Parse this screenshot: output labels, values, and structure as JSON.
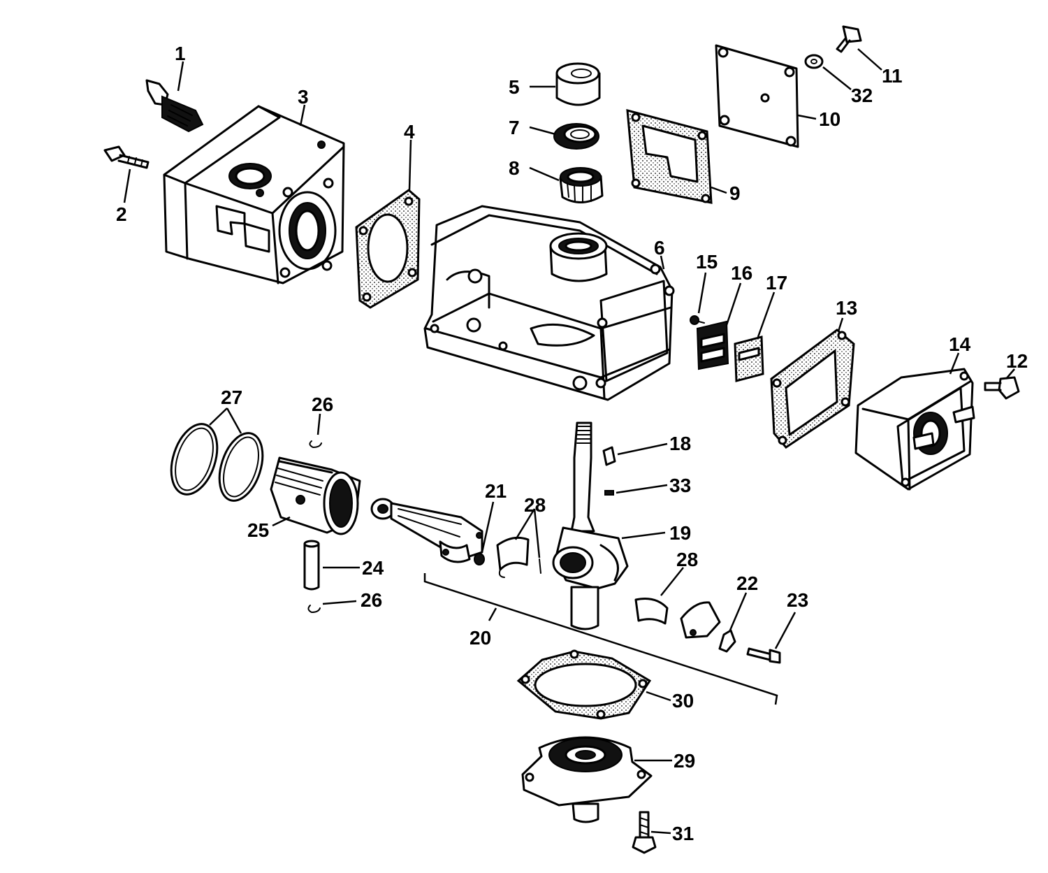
{
  "diagram": {
    "callouts": [
      "1",
      "2",
      "3",
      "4",
      "5",
      "6",
      "7",
      "8",
      "9",
      "10",
      "11",
      "12",
      "13",
      "14",
      "15",
      "16",
      "17",
      "18",
      "19",
      "20",
      "21",
      "22",
      "23",
      "24",
      "25",
      "26",
      "26",
      "27",
      "28",
      "28",
      "29",
      "30",
      "31",
      "32",
      "33"
    ]
  }
}
